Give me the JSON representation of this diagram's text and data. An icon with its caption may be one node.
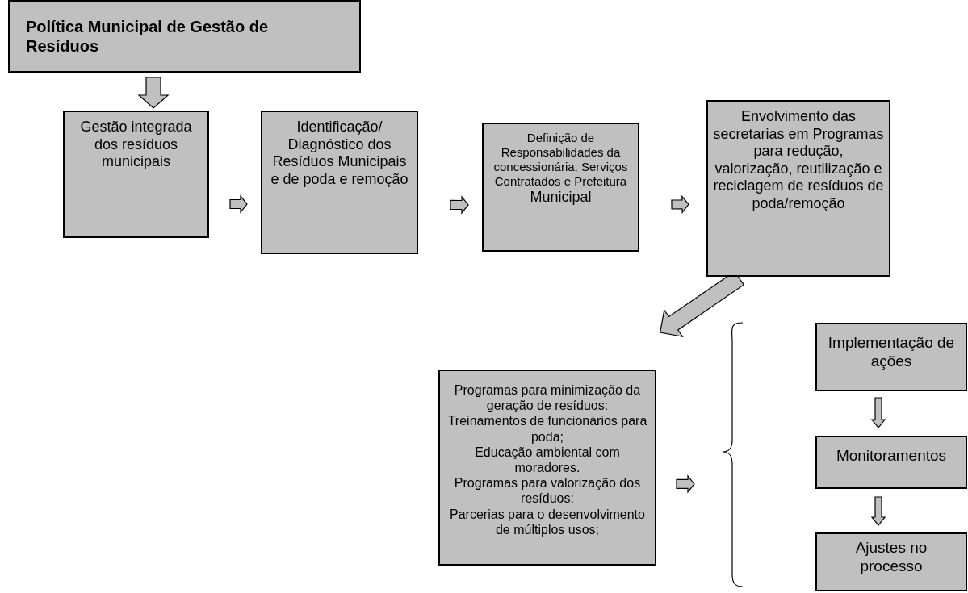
{
  "diagram": {
    "nodes": [
      {
        "text": [
          "Política Municipal de Gestão de Resíduos"
        ]
      },
      {
        "text": [
          "Gestão integrada dos resíduos municipais"
        ]
      },
      {
        "text": [
          "Identificação/ Diagnóstico dos Resíduos Municipais e de poda e remoção"
        ]
      },
      {
        "text": [
          "Definição de Responsabilidades da concessionária, Serviços Contratados e Prefeitura",
          "Municipal"
        ]
      },
      {
        "text": [
          "Envolvimento das secretarias em Programas para redução, valorização, reutilização e reciclagem de resíduos de poda/remoção"
        ]
      },
      {
        "text": [
          "Programas para minimização da geração de resíduos:",
          "Treinamentos de funcionários para poda;",
          "Educação ambiental com moradores.",
          "Programas para valorização dos resíduos:",
          "Parcerias para o desenvolvimento de múltiplos usos;"
        ]
      },
      {
        "text": [
          "Implementação de ações"
        ]
      },
      {
        "text": [
          "Monitoramentos"
        ]
      },
      {
        "text": [
          "Ajustes no processo"
        ]
      }
    ],
    "edges": [
      {
        "from": 0,
        "to": 1,
        "arrow": "to"
      },
      {
        "from": 1,
        "to": 2,
        "arrow": "to"
      },
      {
        "from": 2,
        "to": 3,
        "arrow": "to"
      },
      {
        "from": 3,
        "to": 4,
        "arrow": "to"
      },
      {
        "from": 4,
        "to": 5,
        "arrow": "to"
      },
      {
        "from": 5,
        "to": null,
        "arrow": "to"
      },
      {
        "from": 6,
        "to": 7,
        "arrow": "to"
      },
      {
        "from": 7,
        "to": 8,
        "arrow": "to"
      }
    ]
  }
}
